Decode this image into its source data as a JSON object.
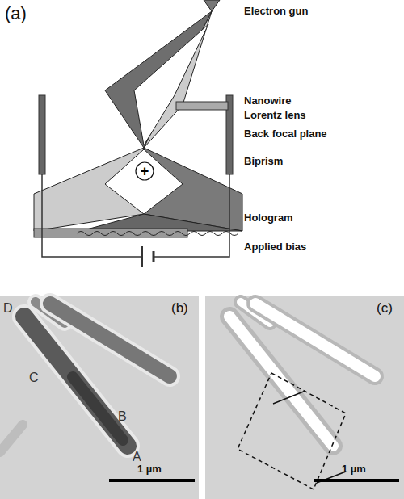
{
  "diagram": {
    "nodes": [
      {
        "text": [
          "+"
        ]
      }
    ],
    "labels": [
      "(a)",
      "Electron gun",
      "Nanowire Lorentz lens",
      "Back focal plane",
      "Biprism",
      "Hologram",
      "Applied bias",
      "(b)",
      "D",
      "C",
      "B",
      "A",
      "1 µm",
      "(c)",
      "1 µm"
    ]
  }
}
